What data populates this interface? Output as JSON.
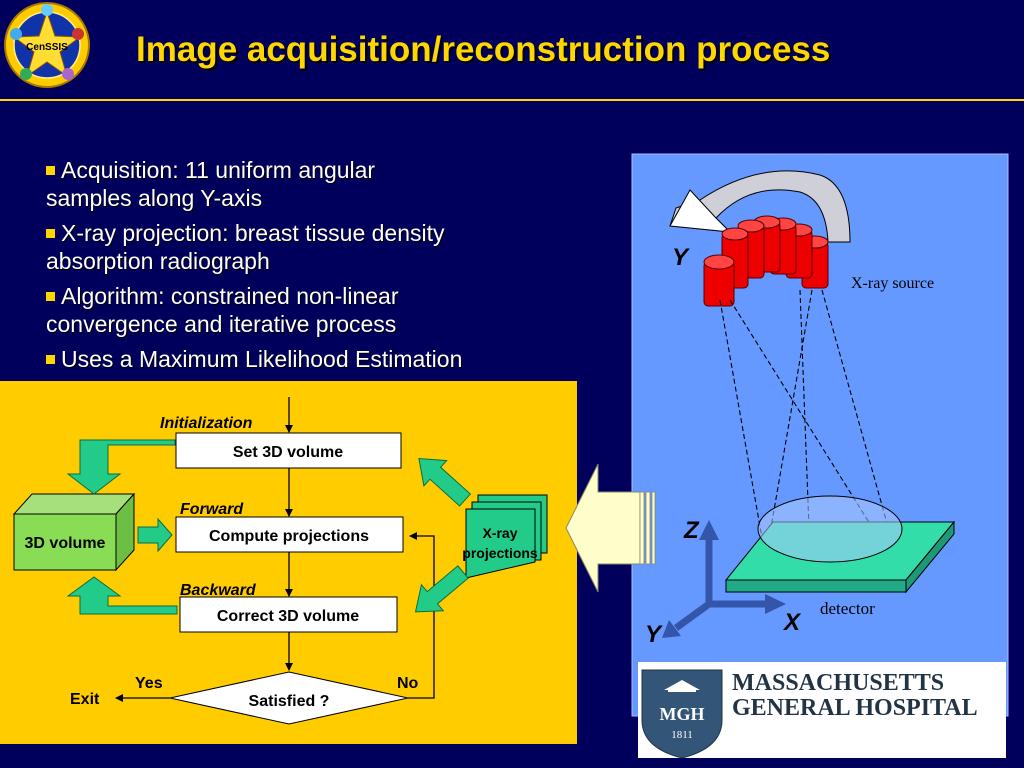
{
  "slide": {
    "title": "Image acquisition/reconstruction process",
    "logo": {
      "text": "CenSSIS",
      "icon": "censsis-star-logo"
    },
    "bullets": [
      {
        "line1": "Acquisition: 11 uniform angular",
        "line2": "samples along Y-axis"
      },
      {
        "line1": "X-ray projection: breast tissue density",
        "line2": "absorption radiograph"
      },
      {
        "line1": "Algorithm: constrained non-linear",
        "line2": "convergence and iterative process"
      },
      {
        "line1": "Uses a Maximum Likelihood Estimation",
        "line2": ""
      }
    ]
  },
  "flowchart": {
    "initialization": "Initialization",
    "set_volume": "Set 3D volume",
    "forward": "Forward",
    "compute_projections": "Compute projections",
    "backward": "Backward",
    "correct_volume": "Correct 3D volume",
    "satisfied": "Satisfied ?",
    "yes": "Yes",
    "no": "No",
    "exit": "Exit",
    "volume_3d": "3D volume",
    "xray_projections_line1": "X-ray",
    "xray_projections_line2": "projections"
  },
  "geometry_panel": {
    "xray_source": "X-ray source",
    "detector": "detector",
    "axis_y_top": "Y",
    "axis_z": "Z",
    "axis_x": "X",
    "axis_y_bottom": "Y"
  },
  "footer_logo": {
    "badge_text": "MGH",
    "badge_year": "1811",
    "name_line1": "MASSACHUSETTS",
    "name_line2": "GENERAL HOSPITAL"
  },
  "colors": {
    "background": "#00005c",
    "title": "#ffd700",
    "flow_panel": "#ffcc00",
    "geometry_panel": "#6699ff",
    "source": "#ee0000",
    "detector": "#33ddaa",
    "arrow_green": "#22cc88",
    "volume_green": "#88dd55"
  }
}
